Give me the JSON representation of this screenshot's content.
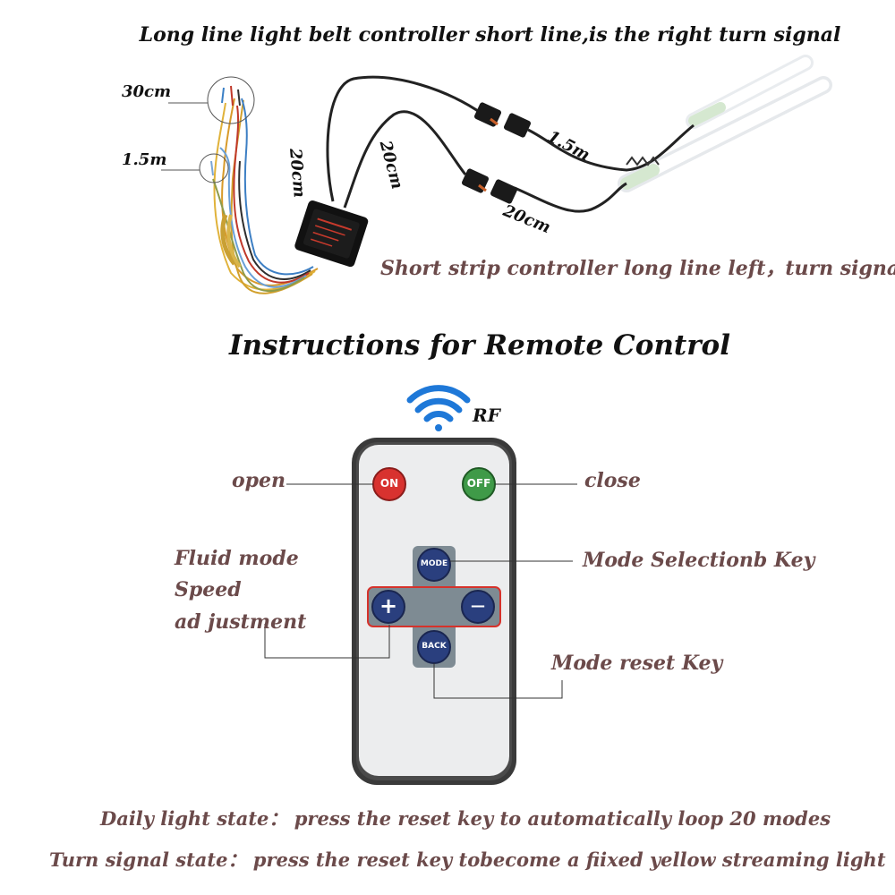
{
  "header": {
    "title": "Long line light belt controller short line,is the right turn signal"
  },
  "wiring": {
    "len_30cm": "30cm",
    "len_1_5m_left": "1.5m",
    "len_20cm_a": "20cm",
    "len_20cm_b": "20cm",
    "len_1_5m_right": "1.5m",
    "len_20cm_c": "20cm",
    "caption": "Short strip controller long line left，turn signal"
  },
  "remote_section": {
    "title": "Instructions for Remote  Control",
    "rf_label": "RF",
    "buttons": {
      "on": "ON",
      "off": "OFF",
      "mode": "MODE",
      "plus": "+",
      "minus": "—",
      "back": "BACK"
    },
    "callouts": {
      "open": "open",
      "close": "close",
      "fluid_line1": "Fluid mode",
      "fluid_line2": "Speed",
      "fluid_line3": "ad justment",
      "mode_select": "Mode Selectionb Key",
      "mode_reset": "Mode reset Key"
    }
  },
  "footer": {
    "daily": "Daily light state：  press the reset key to automatically loop 20 modes",
    "turn": "Turn signal state：  press the reset key tobecome a fiixed yellow streaming light"
  },
  "colors": {
    "on_button": "#d8322f",
    "off_button": "#3f9a48",
    "nav_button": "#2a3f7e",
    "remote_body": "#3a3a3a",
    "remote_face": "#ecedee",
    "wifi_blue": "#1e78d8"
  }
}
